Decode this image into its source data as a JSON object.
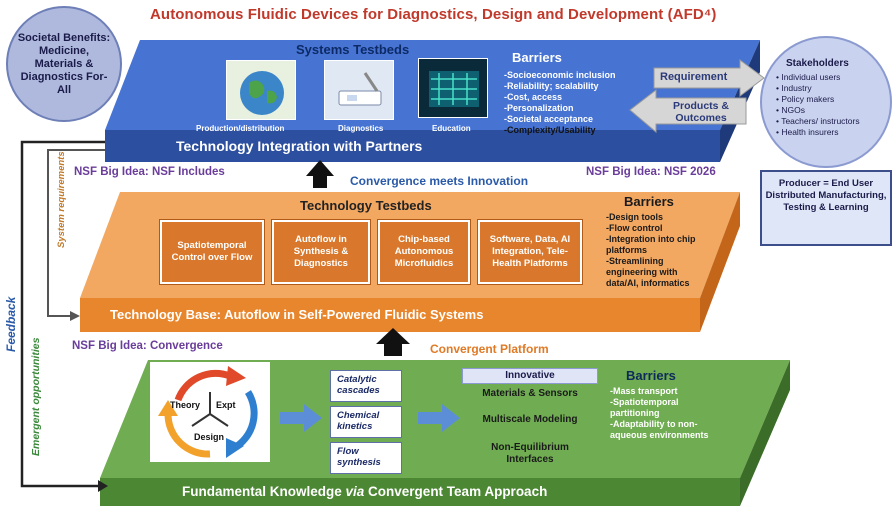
{
  "title": "Autonomous Fluidic Devices for Diagnostics, Design and Development (AFD⁴)",
  "societal_benefits": "Societal Benefits: Medicine, Materials & Diagnostics For-All",
  "systems": {
    "title": "Systems Testbeds",
    "captions": [
      "Production/distribution",
      "Diagnostics",
      "Education"
    ],
    "base_label": "Technology Integration with Partners",
    "barriers_title": "Barriers",
    "barriers": [
      "-Socioeconomic inclusion",
      "-Reliability; scalability",
      "-Cost, access",
      "-Personalization",
      "-Societal acceptance",
      "-Complexity/Usability"
    ]
  },
  "requirement_label": "Requirement",
  "products_label": "Products & Outcomes",
  "stakeholders": {
    "title": "Stakeholders",
    "items": [
      "Individual users",
      "Industry",
      "Policy makers",
      "NGOs",
      "Teachers/ instructors",
      "Health insurers"
    ]
  },
  "producer": "Producer = End User Distributed Manufacturing, Testing & Learning",
  "nsf_includes": "NSF Big Idea: NSF Includes",
  "convergence_innovation": "Convergence meets Innovation",
  "nsf_2026": "NSF Big Idea: NSF 2026",
  "technology": {
    "title": "Technology Testbeds",
    "boxes": [
      "Spatiotemporal Control over Flow",
      "Autoflow in Synthesis & Diagnostics",
      "Chip-based Autonomous Microfluidics",
      "Software, Data, AI Integration, Tele-Health Platforms"
    ],
    "base_label": "Technology Base: Autoflow in Self-Powered Fluidic Systems",
    "barriers_title": "Barriers",
    "barriers": [
      "-Design tools",
      "-Flow control",
      "-Integration into chip platforms",
      "-Streamlining engineering with data/AI, informatics"
    ]
  },
  "system_requirements": "System requirements",
  "feedback": "Feedback",
  "emergent": "Emergent opportunities",
  "nsf_convergence": "NSF Big Idea: Convergence",
  "convergent_platform": "Convergent Platform",
  "cycle": {
    "theory": "Theory",
    "expt": "Expt",
    "design": "Design"
  },
  "mechanisms": [
    "Catalytic cascades",
    "Chemical kinetics",
    "Flow synthesis"
  ],
  "innovative": {
    "header": "Innovative",
    "items": [
      "Materials & Sensors",
      "Multiscale Modeling",
      "Non-Equilibrium Interfaces"
    ]
  },
  "fundamental": {
    "label_pre": "Fundamental Knowledge ",
    "label_via": "via",
    "label_post": " Convergent Team Approach",
    "barriers_title": "Barriers",
    "barriers": [
      "-Mass transport",
      "-Spatiotemporal partitioning",
      "-Adaptability to non-aqueous environments"
    ]
  },
  "colors": {
    "blue_top": "#3f6fd1",
    "blue_front": "#2d4f9e",
    "orange_top": "#f2a35c",
    "orange_front": "#e8862e",
    "green_top": "#6aa84f",
    "green_front": "#4f8a36",
    "title_red": "#c0392b"
  }
}
